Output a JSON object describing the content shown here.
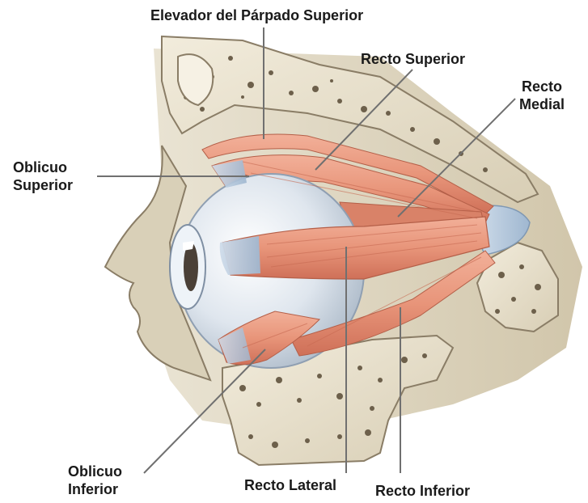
{
  "labels": {
    "levator": "Elevador del Párpado Superior",
    "recto_superior": "Recto Superior",
    "recto_medial_1": "Recto",
    "recto_medial_2": "Medial",
    "oblicuo_superior_1": "Oblicuo",
    "oblicuo_superior_2": "Superior",
    "oblicuo_inferior_1": "Oblicuo",
    "oblicuo_inferior_2": "Inferior",
    "recto_lateral": "Recto Lateral",
    "recto_inferior": "Recto Inferior"
  },
  "colors": {
    "bone": "#e8e0cc",
    "bone_dark": "#8a7d66",
    "muscle": "#e8957a",
    "muscle_dark": "#c9674e",
    "tendon": "#b8cde0",
    "eyeball": "#dfe6ee",
    "leader": "#707070"
  }
}
